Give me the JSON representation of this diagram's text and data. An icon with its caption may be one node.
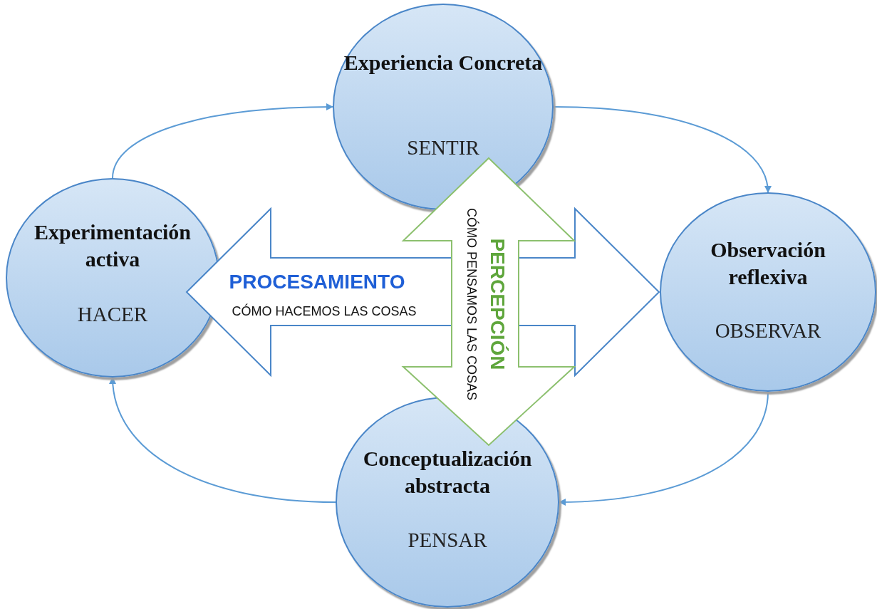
{
  "diagram": {
    "nodes": [
      {
        "text": [
          "Experiencia Concreta",
          "SENTIR"
        ]
      },
      {
        "text": [
          "Experimentación activa",
          "HACER"
        ]
      },
      {
        "text": [
          "PROCESAMIENTO",
          "CÓMO HACEMOS LAS COSAS"
        ]
      },
      {
        "text": [
          "PERCEPCIÓN",
          "CÓMO PENSAMOS LAS COSAS"
        ]
      },
      {
        "text": [
          "Observación reflexiva",
          "OBSERVAR"
        ]
      },
      {
        "text": [
          "Conceptualización abstracta",
          "PENSAR"
        ]
      }
    ],
    "edges": [
      {
        "from": 1,
        "to": 0,
        "arrow": "to"
      },
      {
        "from": 0,
        "to": 4,
        "arrow": "to"
      },
      {
        "from": 4,
        "to": 5,
        "arrow": "to"
      },
      {
        "from": 5,
        "to": 1,
        "arrow": "to"
      }
    ]
  }
}
